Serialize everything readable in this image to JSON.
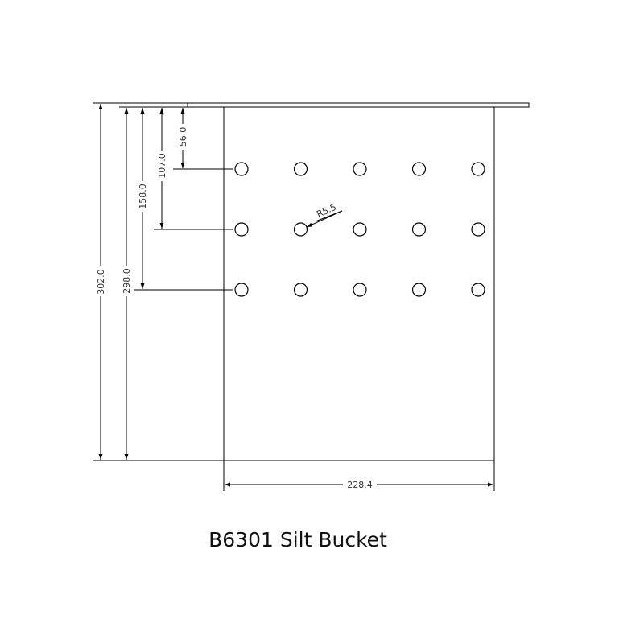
{
  "title": "B6301 Silt Bucket",
  "dimensions": {
    "height_outer": "302.0",
    "height_inner": "298.0",
    "row3_offset": "158.0",
    "row2_offset": "107.0",
    "row1_offset": "56.0",
    "width": "228.4",
    "hole_radius": "R5.5"
  },
  "colors": {
    "line": "#000000",
    "background": "#ffffff"
  },
  "holes": {
    "rows": 3,
    "columns": 5
  }
}
